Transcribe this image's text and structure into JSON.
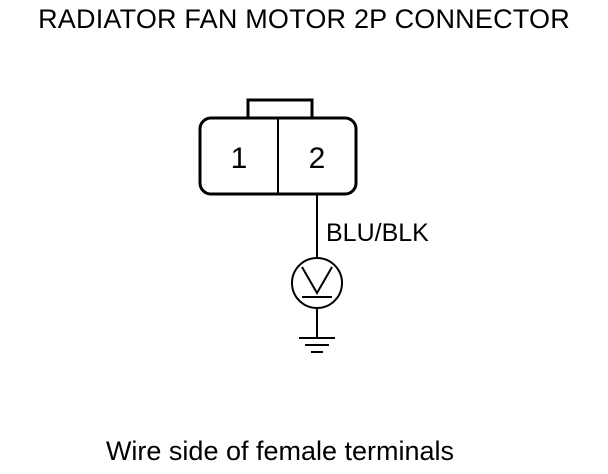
{
  "diagram": {
    "title": "RADIATOR FAN MOTOR 2P CONNECTOR",
    "connector": {
      "terminals": [
        "1",
        "2"
      ]
    },
    "wire": {
      "color_code": "BLU/BLK",
      "from_terminal": "2"
    },
    "meter": {
      "icon": "voltmeter-icon",
      "symbol": "V"
    },
    "ground": {
      "icon": "ground-icon"
    },
    "caption": "Wire side of female terminals"
  }
}
